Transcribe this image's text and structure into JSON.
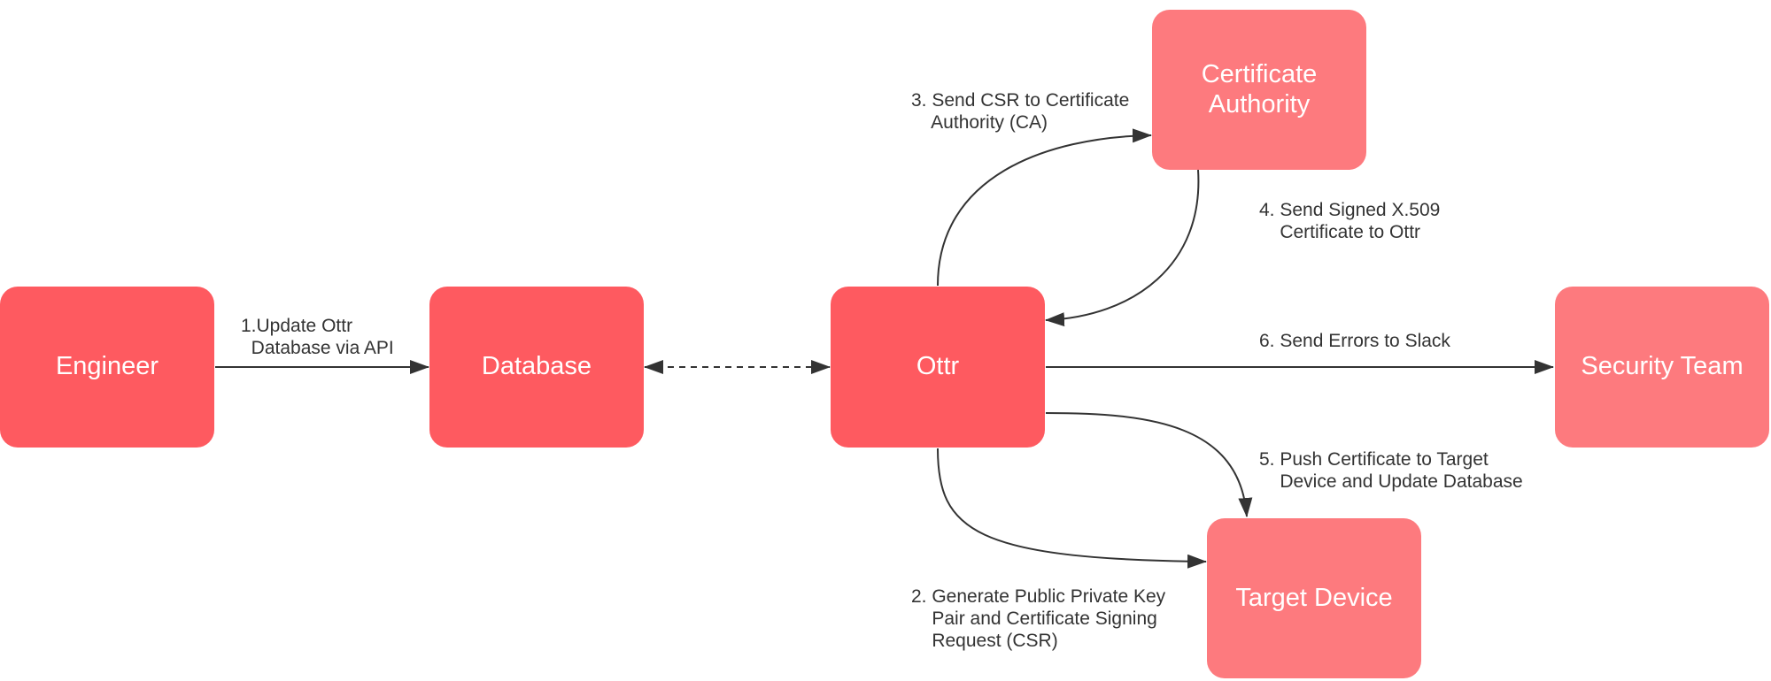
{
  "diagram": {
    "nodes": {
      "engineer": "Engineer",
      "database": "Database",
      "ottr": "Ottr",
      "ca": "Certificate\nAuthority",
      "security": "Security Team",
      "target": "Target Device"
    },
    "edges": {
      "update_db": "1.Update Ottr\n  Database via API",
      "generate_csr": "2. Generate Public Private Key\n    Pair and Certificate Signing\n    Request (CSR)",
      "send_csr": "3. Send CSR to Certificate\n    Authority (CA)",
      "send_signed": "4. Send Signed X.509\n    Certificate to Ottr",
      "push_cert": "5. Push Certificate to Target\n    Device and Update Database",
      "send_errors": "6. Send Errors to Slack"
    },
    "colors": {
      "primary_node": "#fe5a60",
      "secondary_node": "#fd7a7e",
      "connector": "#333333"
    }
  }
}
